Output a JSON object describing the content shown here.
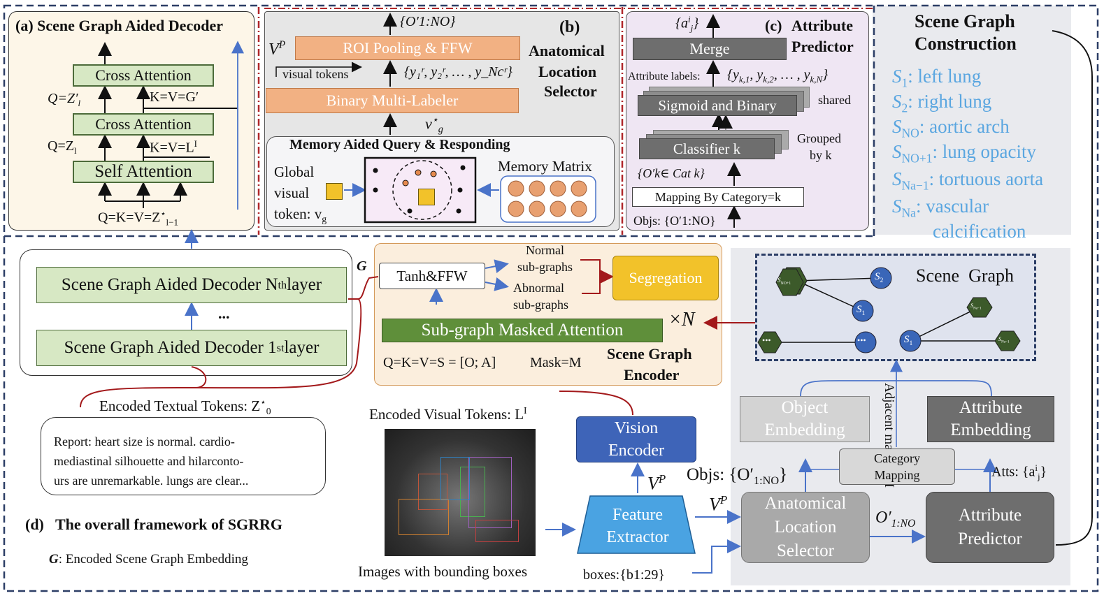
{
  "panel_a": {
    "title": "(a) Scene Graph Aided Decoder",
    "cross_attention_top": "Cross Attention",
    "cross_attention_mid": "Cross Attention",
    "self_attention": "Self Attention",
    "q_top": "Q=Z′",
    "q_top_sub": "l",
    "kv_top": "K=V=G′",
    "q_mid": "Q=Z",
    "q_mid_sub": "l",
    "kv_mid": "K=V=L",
    "kv_mid_sup": "I",
    "q_bottom": "Q=K=V=Z",
    "q_bottom_sup": "⋆",
    "q_bottom_sub": "l−1"
  },
  "panel_b": {
    "title_letter": "(b)",
    "title_lines": [
      "Anatomical",
      "Location",
      "Selector"
    ],
    "output_label": "{O′1:NO}",
    "vp_label": "V",
    "vp_sup": "P",
    "roi": "ROI Pooling & FFW",
    "visual_tokens": "visual tokens",
    "y_set": "{y₁ʳ, y₂ʳ, … , y_Ncʳ}",
    "multilabeler": "Binary Multi-Labeler",
    "vg_star": "v",
    "vg_star_sub": "g",
    "vg_star_sup": "⋆",
    "memory_title": "Memory Aided Query & Responding",
    "global_token": [
      "Global",
      "visual",
      "token: v"
    ],
    "global_token_sub": "g",
    "memory_matrix": "Memory Matrix"
  },
  "panel_c": {
    "title_letter": "(c)",
    "title_lines": [
      "Attribute",
      "Predictor"
    ],
    "output_label": "{a",
    "output_sub": "j",
    "output_sup": "i",
    "merge": "Merge",
    "attr_labels": "Attribute labels:",
    "attr_set": "{y",
    "sigmoid": "Sigmoid and Binary",
    "shared": "shared",
    "classifier": "Classifier k",
    "grouped": [
      "Grouped",
      "by k"
    ],
    "cat_set": "{O′k∈ Cat k}",
    "mapping": "Mapping By Category=k",
    "objs": "Objs: {O′1:NO}"
  },
  "sg_construction": {
    "title": [
      "Scene Graph",
      "Construction"
    ],
    "items": [
      {
        "sym": "S",
        "sub": "1",
        "text": ": left lung"
      },
      {
        "sym": "S",
        "sub": "2",
        "text": ": right lung"
      },
      {
        "sym": "S",
        "sub": "NO",
        "text": ": aortic arch"
      },
      {
        "sym": "S",
        "sub": "NO+1",
        "text": ": lung opacity"
      },
      {
        "sym": "S",
        "sub": "Na−1",
        "text": ": tortuous aorta"
      },
      {
        "sym": "S",
        "sub": "Na",
        "text": ": vascular"
      }
    ],
    "last_continued": "calcification"
  },
  "decoder_stack": {
    "g_label": "G",
    "nth_layer": "Scene Graph Aided Decoder N",
    "nth_sup": "th",
    "nth_suffix": " layer",
    "dots": "...",
    "first_layer": "Scene Graph Aided Decoder 1",
    "first_sup": "st",
    "first_suffix": " layer"
  },
  "encoder": {
    "tanh": "Tanh&FFW",
    "normal": [
      "Normal",
      "sub-graphs"
    ],
    "abnormal": [
      "Abnormal",
      "sub-graphs"
    ],
    "segregation": "Segregation",
    "masked_attention": "Sub-graph Masked Attention",
    "times_n": "×N",
    "qkv": "Q=K=V=S = [O; A]",
    "mask": "Mask=M",
    "title": [
      "Scene Graph",
      "Encoder"
    ]
  },
  "scene_graph": {
    "title": "Scene  Graph",
    "nodes": [
      "S",
      "S",
      "S",
      "S",
      "S",
      "S"
    ],
    "node_subs": [
      "NO+1",
      "2",
      "1",
      "Na−1",
      "1",
      "Na−1"
    ],
    "ellipsis": "•••"
  },
  "bottom": {
    "textual_tokens": "Encoded Textual Tokens: Z",
    "textual_sup": "⋆",
    "textual_sub": "0",
    "report": [
      "Report: heart size is normal. cardio-",
      "mediastinal silhouette and hilarconto-",
      "urs are unremarkable. lungs are clear..."
    ],
    "visual_tokens": "Encoded Visual Tokens: L",
    "visual_sup": "I",
    "images_caption": "Images with bounding boxes",
    "d_title": "(d)   The overall framework of SGRRG",
    "g_def_sym": "G",
    "g_def": ": Encoded Scene Graph Embedding",
    "vision_encoder": [
      "Vision",
      "Encoder"
    ],
    "feature_extractor": [
      "Feature",
      "Extractor"
    ],
    "vp1": "V",
    "vp2": "V",
    "vp_sup": "P",
    "boxes": "boxes:{b1:29}",
    "objs": "Objs: {O′",
    "objs_sub": "1:NO",
    "objs_end": "}",
    "object_embedding": [
      "Object",
      "Embedding"
    ],
    "attribute_embedding": [
      "Attribute",
      "Embedding"
    ],
    "adjacent": "Adjacent matrix: M",
    "category_mapping": [
      "Category",
      "Mapping"
    ],
    "atts": "Atts: {a",
    "atts_sub": "j",
    "atts_sup": "i",
    "atts_end": "}",
    "als": [
      "Anatomical",
      "Location",
      "Selector"
    ],
    "o_label": "O′",
    "o_sub": "1:NO",
    "attribute_predictor": [
      "Attribute",
      "Predictor"
    ]
  },
  "colors": {
    "green_fill": "#d7e8c4",
    "orange_fill": "#f2b183",
    "segregation": "#f2c22a",
    "masked_attention": "#5f8f3a",
    "vision_encoder": "#3e64b8",
    "feature_extractor": "#4aa3e2",
    "scene_graph_bg": "#dfe3ee",
    "node_blue": "#3a66b8",
    "node_green": "#3c5a2a",
    "red_line": "#a3191b",
    "blue_arrow": "#4a73c9"
  }
}
